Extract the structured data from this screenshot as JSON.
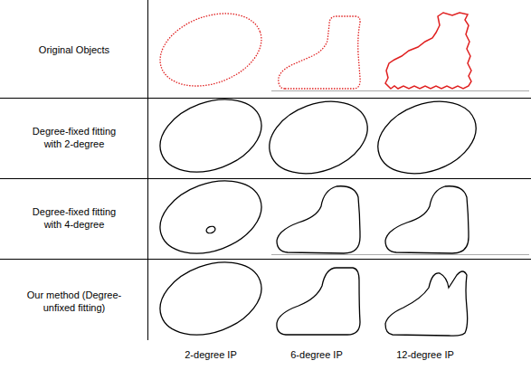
{
  "diagram": {
    "labels": [
      "Original Objects",
      "Degree-fixed fitting with 2-degree",
      "Degree-fixed fitting with 4-degree",
      "Our method (Degree-unfixed fitting)",
      "2-degree IP",
      "6-degree IP",
      "12-degree IP"
    ]
  }
}
